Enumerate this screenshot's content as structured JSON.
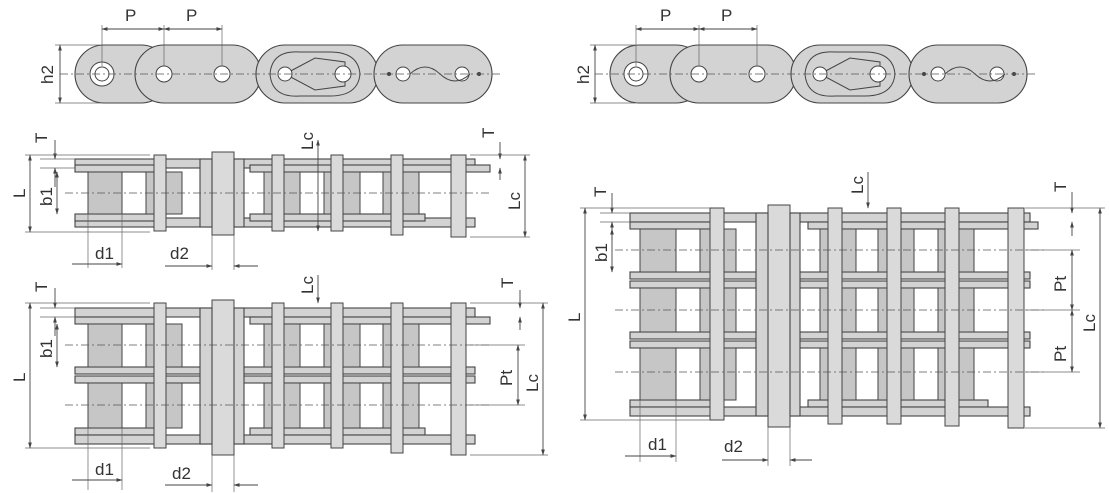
{
  "labels": {
    "pitch": "P",
    "plate_height": "h2",
    "plate_thickness": "T",
    "overall_length": "L",
    "connecting_pin_length": "Lc",
    "inner_width": "b1",
    "roller_diameter": "d1",
    "pin_diameter": "d2",
    "transverse_pitch": "Pt"
  }
}
